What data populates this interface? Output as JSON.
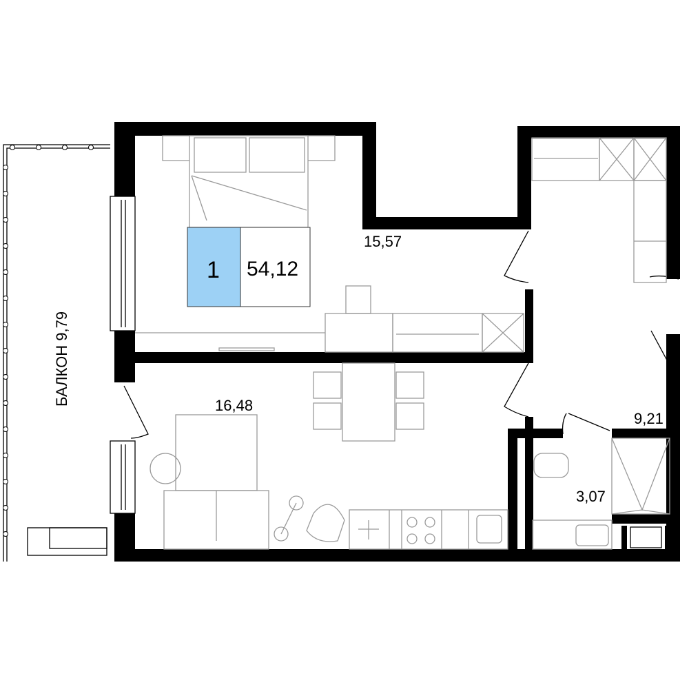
{
  "plan": {
    "apartment_rooms": "1",
    "total_area": "54,12",
    "accent_color": "#9dd1f5",
    "rooms": [
      {
        "name": "bedroom",
        "area": "15,57"
      },
      {
        "name": "living-kitchen",
        "area": "16,48"
      },
      {
        "name": "hallway",
        "area": "9,21"
      },
      {
        "name": "bathroom",
        "area": "3,07"
      }
    ],
    "balcony_label": "БАЛКОН 9,79"
  }
}
